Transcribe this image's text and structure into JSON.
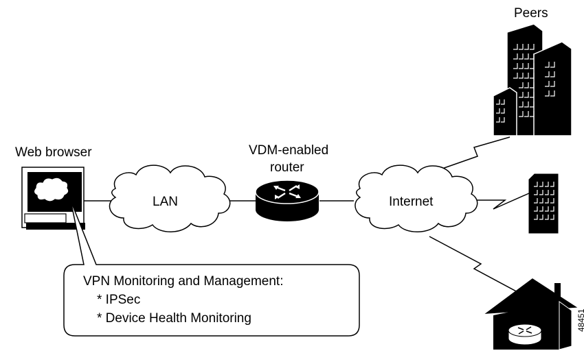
{
  "labels": {
    "peers": "Peers",
    "web_browser": "Web browser",
    "router_line1": "VDM-enabled",
    "router_line2": "router",
    "lan": "LAN",
    "internet": "Internet"
  },
  "callout": {
    "title": "VPN Monitoring and Management:",
    "items": [
      "*  IPSec",
      "*  Device Health Monitoring"
    ]
  },
  "figure_number": "48451",
  "colors": {
    "ink": "#000000",
    "paper": "#ffffff"
  }
}
